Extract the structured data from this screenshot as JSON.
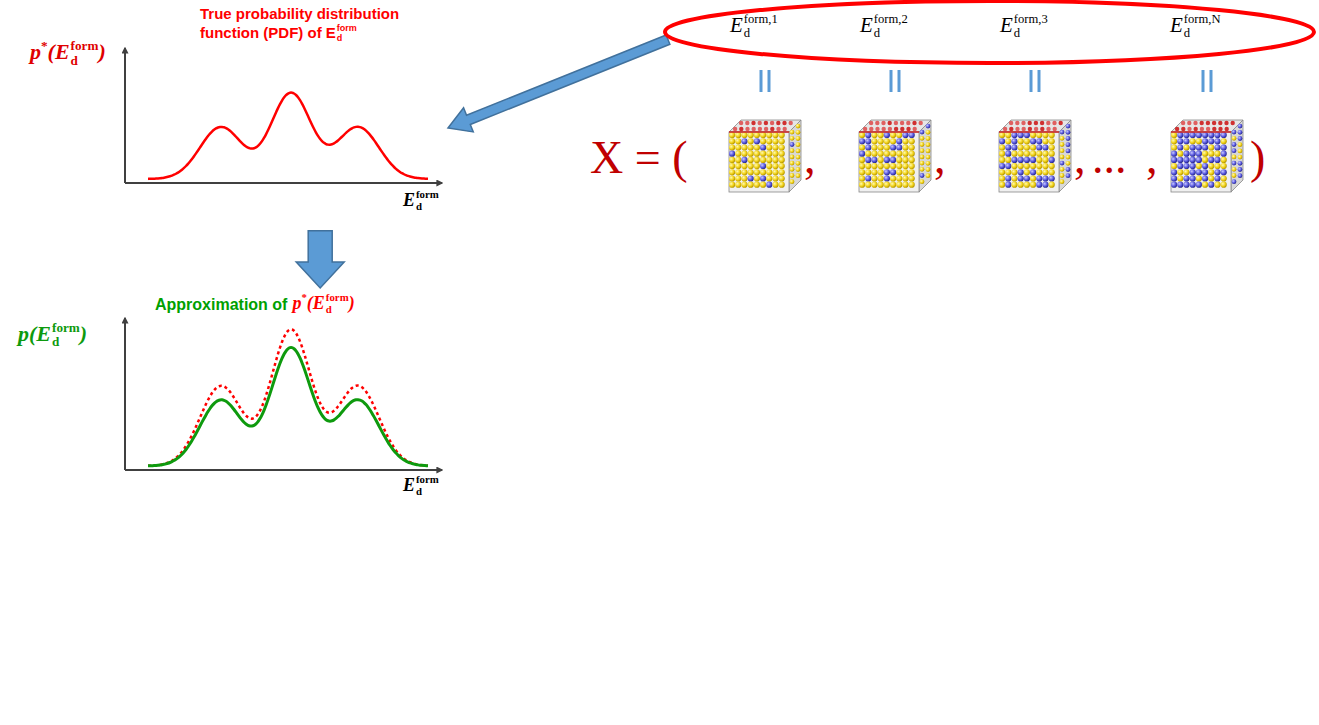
{
  "diagram": {
    "nodes": [
      {
        "text": [
          "E_{d}^{form,1}",
          "E_{d}^{form,2}",
          "E_{d}^{form,3}",
          "E_{d}^{form,N}"
        ]
      },
      {
        "text": [
          "True probability distribution function (PDF) of E_{d}^{form}",
          "p^{*}(E_{d}^{form})",
          "E_{d}^{form}"
        ]
      },
      {
        "text": [
          "Approximation of",
          "p^{*}(E_{d}^{form})",
          "p(E_{d}^{form})",
          "E_{d}^{form}"
        ]
      }
    ],
    "edges": [
      {
        "from": 0,
        "to": 1,
        "arrow": "to"
      },
      {
        "from": 1,
        "to": 2,
        "arrow": "to"
      }
    ],
    "labels": [
      "X = (",
      ",",
      ",",
      ",",
      "...",
      ",",
      ")"
    ]
  }
}
